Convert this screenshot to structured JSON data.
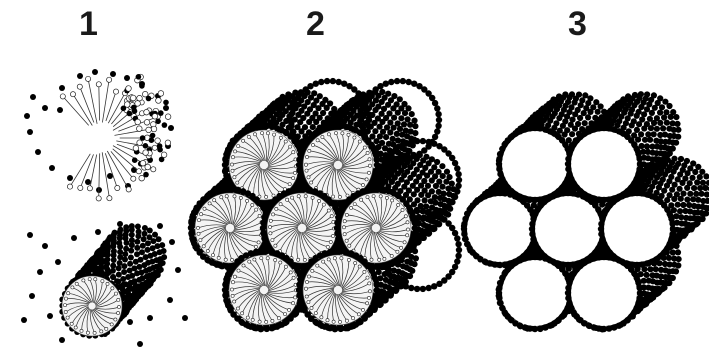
{
  "stages": [
    {
      "number": "1",
      "panel": "surfactant-micelle-formation"
    },
    {
      "number": "2",
      "panel": "hexagonal-rod-micelle-array-with-silica"
    },
    {
      "number": "3",
      "panel": "mesoporous-framework-after-template-removal"
    }
  ],
  "colors": {
    "silica_bead": "#000000",
    "surfactant_line": "#333333",
    "pore_fill": "#f4f4f4",
    "background": "#ffffff"
  }
}
